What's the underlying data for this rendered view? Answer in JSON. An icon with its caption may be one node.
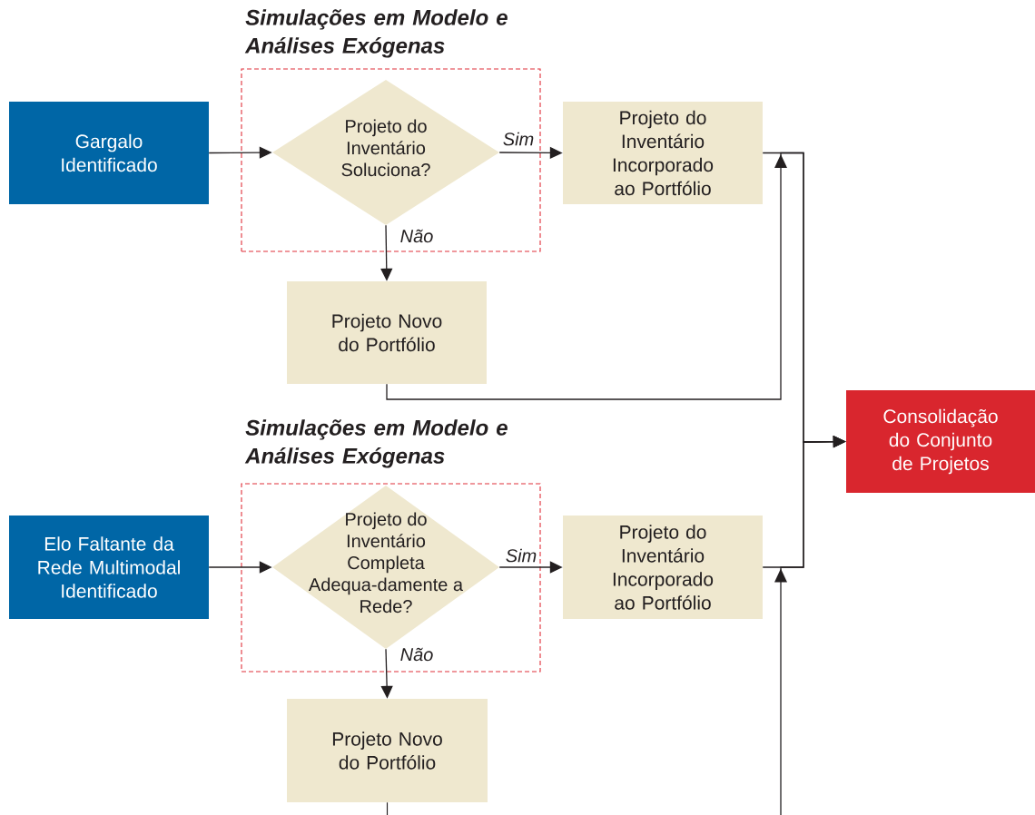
{
  "diagram": {
    "nodes": [
      {
        "text": [
          "Gargalo Identificado"
        ]
      },
      {
        "text": [
          "Simulações em Modelo e Análises Exógenas"
        ]
      },
      {
        "text": [
          "Projeto do Inventário Soluciona?"
        ],
        "in": 1
      },
      {
        "text": [
          "Projeto do Inventário Incorporado ao Portfólio"
        ]
      },
      {
        "text": [
          "Projeto Novo do Portfólio"
        ]
      },
      {
        "text": [
          "Consolidação do Conjunto de Projetos"
        ]
      },
      {
        "text": [
          "Elo Faltante da Rede Multimodal Identificado"
        ]
      },
      {
        "text": [
          "Simulações em Modelo e Análises Exógenas"
        ]
      },
      {
        "text": [
          "Projeto do Inventário Completa Adequa-damente a Rede?"
        ],
        "in": 7
      },
      {
        "text": [
          "Projeto do Inventário Incorporado ao Portfólio"
        ]
      },
      {
        "text": [
          "Projeto Novo do Portfólio"
        ]
      }
    ],
    "edges": [
      {
        "from": 0,
        "to": 2,
        "arrow": "to"
      },
      {
        "from": 2,
        "to": 3,
        "arrow": "to",
        "label": "Sim"
      },
      {
        "from": 2,
        "to": 4,
        "arrow": "to",
        "label": "Não"
      },
      {
        "from": 3,
        "to": 5,
        "arrow": "to"
      },
      {
        "from": 4,
        "to": 5,
        "arrow": "to"
      },
      {
        "from": 6,
        "to": 8,
        "arrow": "to"
      },
      {
        "from": 8,
        "to": 9,
        "arrow": "to",
        "label": "Sim"
      },
      {
        "from": 8,
        "to": 10,
        "arrow": "to",
        "label": "Não"
      },
      {
        "from": 9,
        "to": 5,
        "arrow": "to"
      },
      {
        "from": 10,
        "to": null,
        "arrow": "none"
      },
      {
        "from": null,
        "to": 5,
        "arrow": "to"
      }
    ]
  }
}
